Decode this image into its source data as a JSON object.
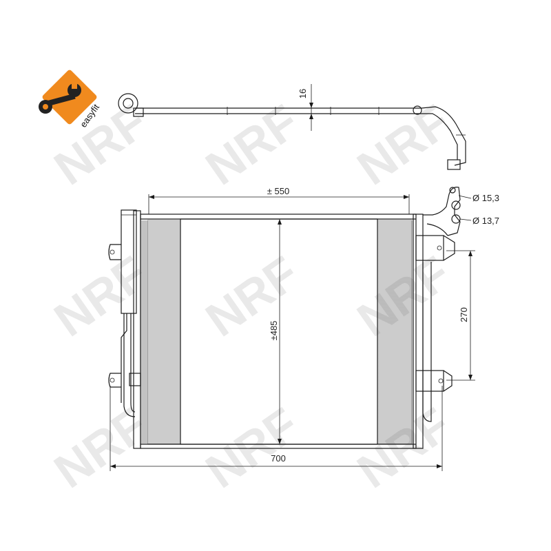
{
  "logo": {
    "text": "easyfit",
    "color": "#f08a1e"
  },
  "watermark": {
    "text": "NRF",
    "color": "#e9e9e9"
  },
  "dimensions": {
    "height_side_view": "16",
    "width_core": "± 550",
    "height_core": "±485",
    "width_overall": "700",
    "bracket_spacing": "270",
    "pipe_diameter_1": "Ø 15,3",
    "pipe_diameter_2": "Ø 13,7"
  },
  "colors": {
    "line": "#1a1a1a",
    "fin": "#333333",
    "accent": "#f08a1e"
  }
}
